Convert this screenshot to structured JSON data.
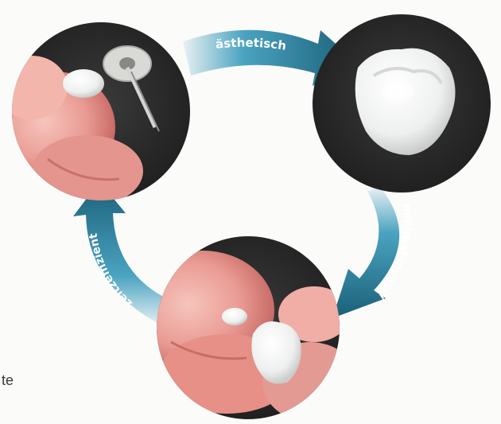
{
  "diagram": {
    "type": "cycle",
    "nodes": [
      {
        "id": "top-left",
        "image": "crown being ground by rotary disc tool held in fingers"
      },
      {
        "id": "top-right",
        "image": "white ceramic tooth crown on dark background"
      },
      {
        "id": "bottom",
        "image": "white ceramic crown held between gloved fingertips"
      }
    ],
    "arrows": [
      {
        "from": "top-left",
        "to": "top-right",
        "label": "ästhetisch"
      },
      {
        "from": "top-right",
        "to": "bottom",
        "label": "minimal invasiv"
      },
      {
        "from": "bottom",
        "to": "top-left",
        "label": "zeitzeffizient"
      }
    ],
    "arrow_color": "#1f6b86",
    "arrow_highlight": "#3aa0bf",
    "circle_color": "#2b2b2b"
  },
  "edge_text": "te"
}
